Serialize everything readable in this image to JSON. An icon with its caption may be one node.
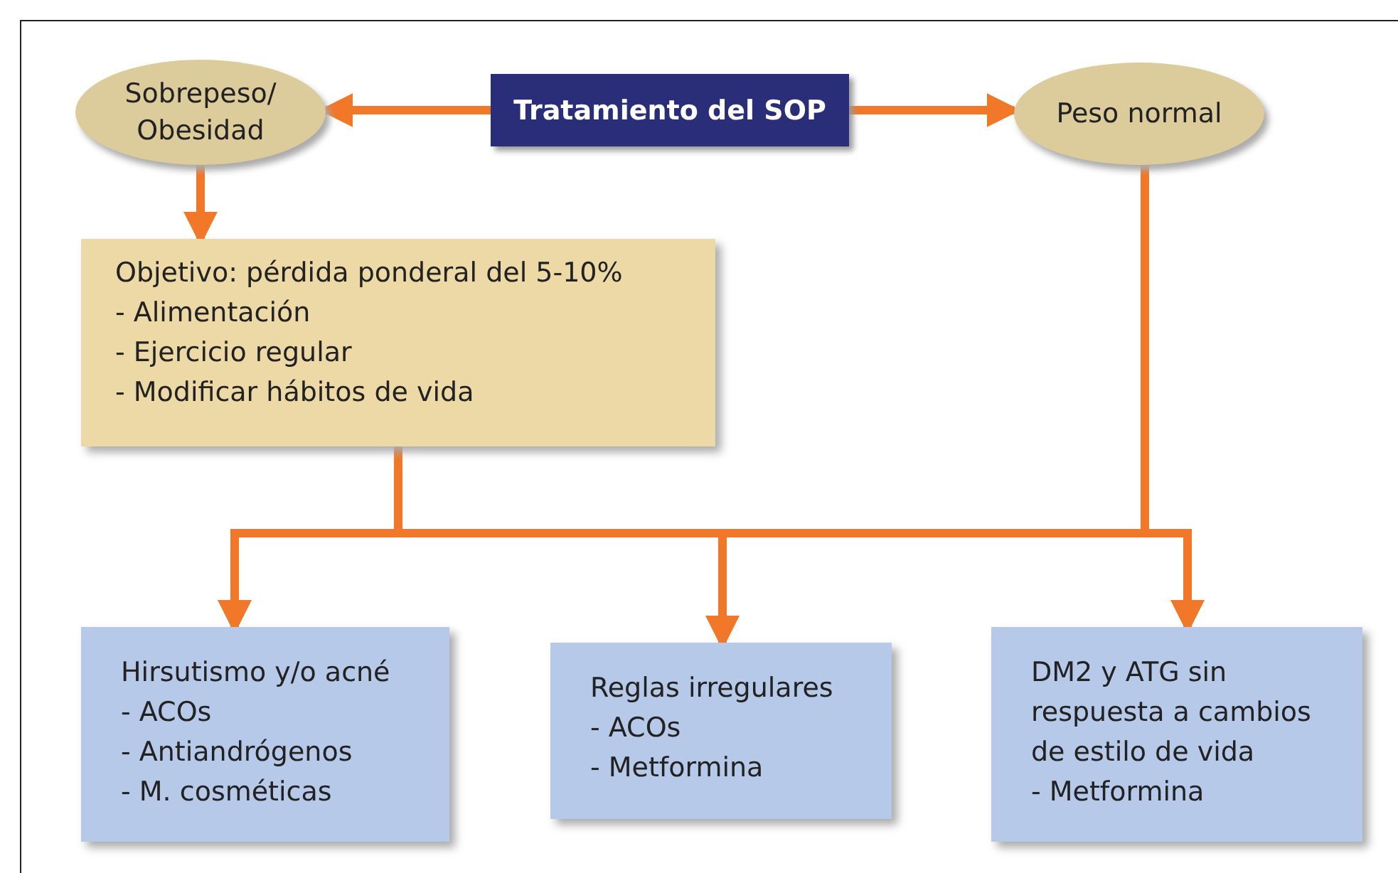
{
  "diagram": {
    "nodes": [
      {
        "text": [
          "Tratamiento del SOP"
        ]
      },
      {
        "text": [
          "Sobrepeso/ Obesidad"
        ]
      },
      {
        "text": [
          "Peso normal"
        ]
      },
      {
        "text": [
          "Objetivo: pérdida ponderal del 5-10%",
          "- Alimentación",
          "- Ejercicio regular",
          "- Modificar hábitos de vida"
        ]
      },
      {
        "text": [
          "Hirsutismo y/o acné",
          "- ACOs",
          "- Antiandrógenos",
          "- M. cosméticas"
        ]
      },
      {
        "text": [
          "Reglas irregulares",
          "- ACOs",
          "- Metformina"
        ]
      },
      {
        "text": [
          "DM2 y ATG sin respuesta a cambios de estilo de vida",
          "- Metformina"
        ]
      }
    ],
    "edges": [
      {
        "from": 0,
        "to": 1,
        "arrow": "to"
      },
      {
        "from": 0,
        "to": 2,
        "arrow": "to"
      },
      {
        "from": 1,
        "to": 3,
        "arrow": "to"
      },
      {
        "from": 3,
        "to": 4,
        "arrow": "to"
      },
      {
        "from": 3,
        "to": 5,
        "arrow": "to"
      },
      {
        "from": 3,
        "to": 6,
        "arrow": "to"
      },
      {
        "from": 2,
        "to": 4,
        "arrow": "to"
      },
      {
        "from": 2,
        "to": 5,
        "arrow": "to"
      },
      {
        "from": 2,
        "to": 6,
        "arrow": "to"
      }
    ]
  }
}
